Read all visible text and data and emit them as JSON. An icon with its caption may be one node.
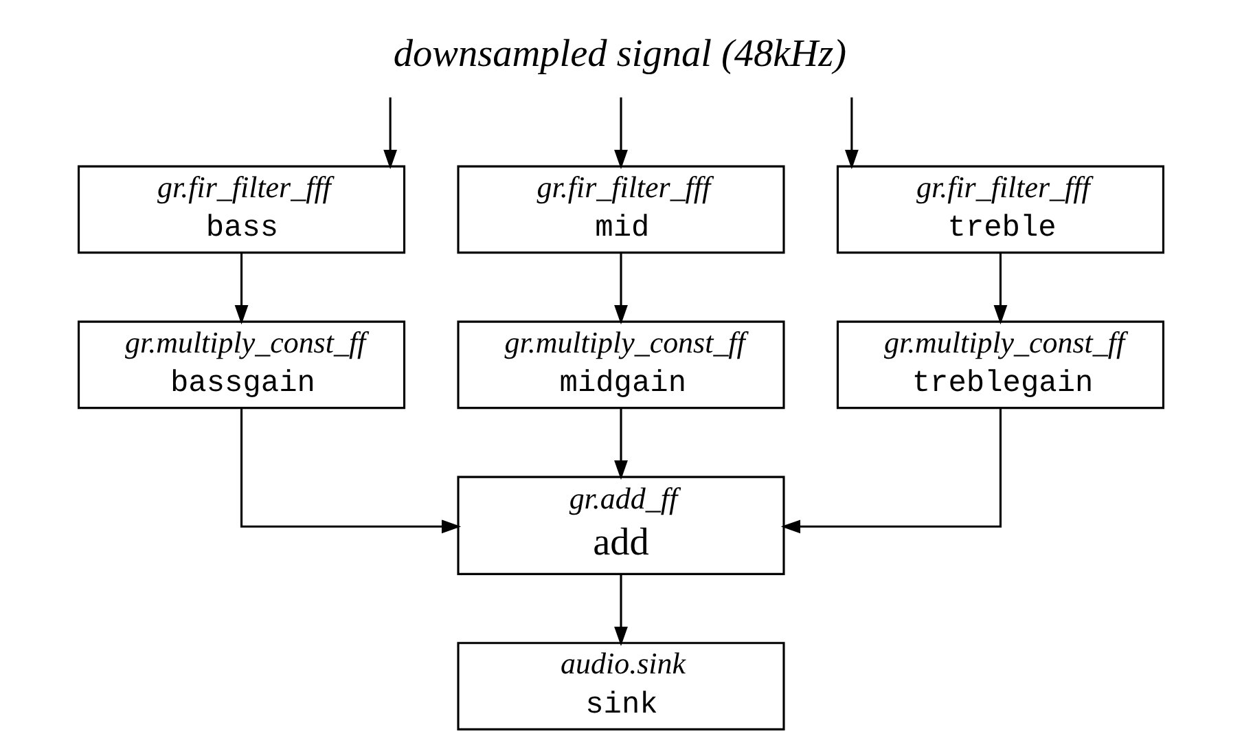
{
  "diagram": {
    "nodes": [
      {
        "text": [
          "downsampled signal (48kHz)"
        ]
      },
      {
        "text": [
          "gr.fir_filter_fff",
          "bass"
        ]
      },
      {
        "text": [
          "gr.fir_filter_fff",
          "mid"
        ]
      },
      {
        "text": [
          "gr.fir_filter_fff",
          "treble"
        ]
      },
      {
        "text": [
          "gr.multiply_const_ff",
          "bassgain"
        ]
      },
      {
        "text": [
          "gr.multiply_const_ff",
          "midgain"
        ]
      },
      {
        "text": [
          "gr.multiply_const_ff",
          "treblegain"
        ]
      },
      {
        "text": [
          "gr.add_ff",
          "add"
        ]
      },
      {
        "text": [
          "audio.sink",
          "sink"
        ]
      }
    ],
    "edges": [
      {
        "from": 0,
        "to": 1,
        "arrow": "to"
      },
      {
        "from": 0,
        "to": 2,
        "arrow": "to"
      },
      {
        "from": 0,
        "to": 3,
        "arrow": "to"
      },
      {
        "from": 1,
        "to": 4,
        "arrow": "to"
      },
      {
        "from": 2,
        "to": 5,
        "arrow": "to"
      },
      {
        "from": 3,
        "to": 6,
        "arrow": "to"
      },
      {
        "from": 4,
        "to": 7,
        "arrow": "to"
      },
      {
        "from": 5,
        "to": 7,
        "arrow": "to"
      },
      {
        "from": 6,
        "to": 7,
        "arrow": "to"
      },
      {
        "from": 7,
        "to": 8,
        "arrow": "to"
      }
    ]
  }
}
